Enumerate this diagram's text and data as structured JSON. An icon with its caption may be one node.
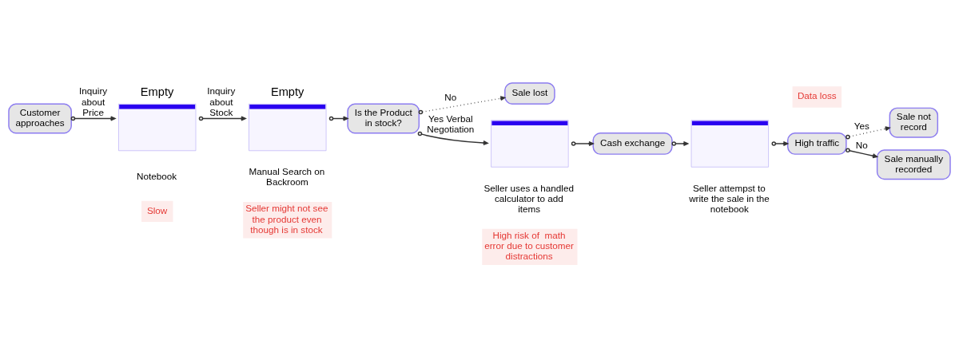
{
  "diagram": {
    "nodes": [
      {
        "text": [
          "Customer approaches"
        ]
      },
      {
        "text": [
          "Empty"
        ],
        "beside": [
          "Notebook",
          "Slow"
        ]
      },
      {
        "text": [
          "Empty"
        ],
        "beside": [
          "Manual Search on Backroom",
          "Seller might not see the product even though is in stock"
        ]
      },
      {
        "text": [
          "Is the Product in stock?"
        ]
      },
      {
        "text": [
          "Sale lost"
        ]
      },
      {
        "text": [],
        "shape": "box",
        "beside": [
          "Seller uses a handled calculator to add items",
          "High risk of  math error due to customer distractions"
        ]
      },
      {
        "text": [
          "Cash exchange"
        ]
      },
      {
        "text": [],
        "shape": "box",
        "beside": [
          "Seller attempst to write the sale in the notebook"
        ]
      },
      {
        "text": [
          "High traffic"
        ]
      },
      {
        "text": [
          "Sale not record"
        ]
      },
      {
        "text": [
          "Sale manually recorded"
        ]
      }
    ],
    "edges": [
      {
        "from": 0,
        "to": 1,
        "arrow": "to",
        "label": "Inquiry about Price"
      },
      {
        "from": 1,
        "to": 2,
        "arrow": "to",
        "label": "Inquiry about Stock"
      },
      {
        "from": 2,
        "to": 3,
        "arrow": "to"
      },
      {
        "from": 3,
        "to": 4,
        "arrow": "to",
        "label": "No",
        "style": "dashed"
      },
      {
        "from": 3,
        "to": 5,
        "arrow": "to",
        "label": "Yes Verbal Negotiation"
      },
      {
        "from": 5,
        "to": 6,
        "arrow": "to"
      },
      {
        "from": 6,
        "to": 7,
        "arrow": "to"
      },
      {
        "from": 7,
        "to": 8,
        "arrow": "to"
      },
      {
        "from": 8,
        "to": 9,
        "arrow": "to",
        "label": "Yes",
        "style": "dashed"
      },
      {
        "from": 8,
        "to": 10,
        "arrow": "to",
        "label": "No"
      }
    ],
    "labels": [
      "Data loss"
    ]
  }
}
